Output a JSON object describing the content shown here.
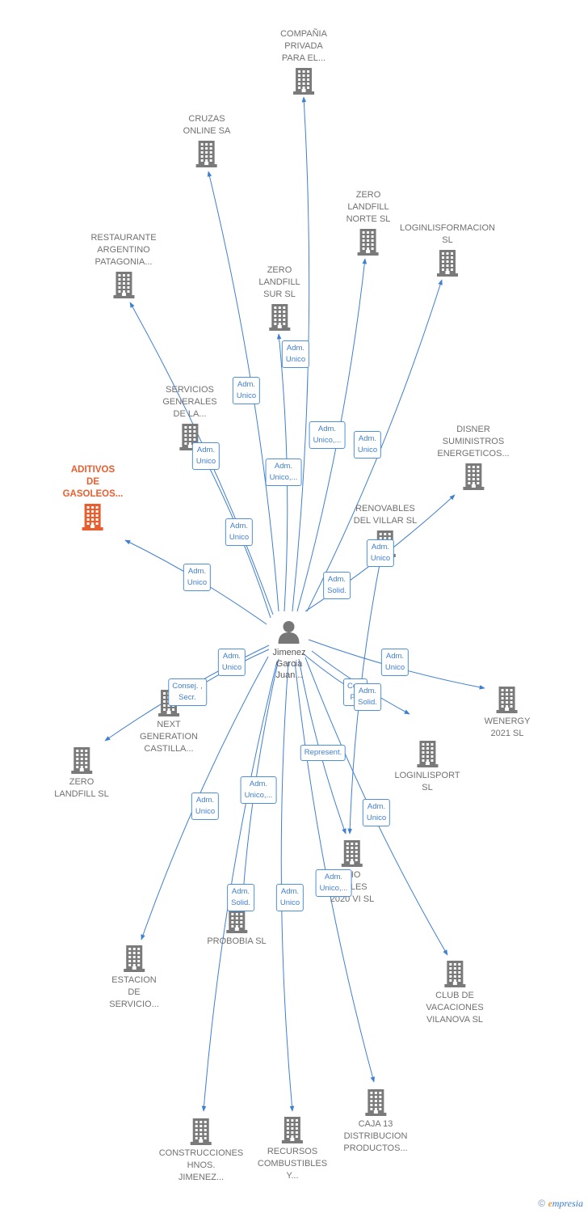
{
  "center": {
    "label_lines": [
      "Jimenez",
      "Garcia",
      "Juan..."
    ]
  },
  "companies": [
    {
      "id": "compania",
      "lines": [
        "COMPAÑIA",
        "PRIVADA",
        "PARA EL..."
      ],
      "focus": false
    },
    {
      "id": "cruzas",
      "lines": [
        "CRUZAS",
        "ONLINE SA"
      ],
      "focus": false
    },
    {
      "id": "zero-norte",
      "lines": [
        "ZERO",
        "LANDFILL",
        "NORTE  SL"
      ],
      "focus": false
    },
    {
      "id": "loginlisformacion",
      "lines": [
        "LOGINLISFORMACION",
        "SL"
      ],
      "focus": false
    },
    {
      "id": "restaurante",
      "lines": [
        "RESTAURANTE",
        "ARGENTINO",
        "PATAGONIA..."
      ],
      "focus": false
    },
    {
      "id": "zero-sur",
      "lines": [
        "ZERO",
        "LANDFILL",
        "SUR  SL"
      ],
      "focus": false
    },
    {
      "id": "servicios",
      "lines": [
        "SERVICIOS",
        "GENERALES",
        "DE LA..."
      ],
      "focus": false
    },
    {
      "id": "disner",
      "lines": [
        "DISNER",
        "SUMINISTROS",
        "ENERGETICOS..."
      ],
      "focus": false
    },
    {
      "id": "aditivos",
      "lines": [
        "ADITIVOS",
        "DE",
        "GASOLEOS..."
      ],
      "focus": true
    },
    {
      "id": "renovables",
      "lines": [
        "RENOVABLES",
        "DEL VILLAR SL"
      ],
      "focus": false
    },
    {
      "id": "wenergy",
      "lines": [
        "WENERGY",
        "2021  SL"
      ],
      "focus": false
    },
    {
      "id": "next",
      "lines": [
        "NEXT",
        "GENERATION",
        "CASTILLA..."
      ],
      "focus": false
    },
    {
      "id": "zero-sl",
      "lines": [
        "ZERO",
        "LANDFILL  SL"
      ],
      "focus": false
    },
    {
      "id": "loginlisport",
      "lines": [
        "LOGINLISPORT",
        "SL"
      ],
      "focus": false
    },
    {
      "id": "combustibles2020",
      "lines": [
        "...IO",
        "...BLES",
        "2020 VI  SL"
      ],
      "focus": false
    },
    {
      "id": "probobia",
      "lines": [
        "PROBOBIA  SL"
      ],
      "focus": false
    },
    {
      "id": "estacion",
      "lines": [
        "ESTACION",
        "DE",
        "SERVICIO..."
      ],
      "focus": false
    },
    {
      "id": "club",
      "lines": [
        "CLUB DE",
        "VACACIONES",
        "VILANOVA  SL"
      ],
      "focus": false
    },
    {
      "id": "caja13",
      "lines": [
        "CAJA 13",
        "DISTRIBUCION",
        "PRODUCTOS..."
      ],
      "focus": false
    },
    {
      "id": "construcciones",
      "lines": [
        "CONSTRUCCIONES",
        "HNOS.",
        "JIMENEZ..."
      ],
      "focus": false
    },
    {
      "id": "recursos",
      "lines": [
        "RECURSOS",
        "COMBUSTIBLES",
        "Y..."
      ],
      "focus": false
    }
  ],
  "relations": [
    {
      "target": "compania",
      "lines": [
        "Adm.",
        "Unico,..."
      ]
    },
    {
      "target": "cruzas",
      "lines": [
        "Adm.",
        "Unico"
      ]
    },
    {
      "target": "zero-norte",
      "lines": [
        "Adm.",
        "Unico,..."
      ]
    },
    {
      "target": "loginlisformacion",
      "lines": [
        "Adm.",
        "Unico"
      ]
    },
    {
      "target": "restaurante",
      "lines": [
        "Adm.",
        "Unico"
      ]
    },
    {
      "target": "zero-sur",
      "lines": [
        "Adm.",
        "Unico"
      ]
    },
    {
      "target": "servicios",
      "lines": [
        "Adm.",
        "Unico"
      ]
    },
    {
      "target": "disner",
      "lines": [
        "Adm.",
        "Solid."
      ]
    },
    {
      "target": "aditivos",
      "lines": [
        "Adm.",
        "Unico"
      ]
    },
    {
      "target": "combustibles2020",
      "lines": [
        "Adm.",
        "Unico"
      ]
    },
    {
      "target": "wenergy",
      "lines": [
        "Adm.",
        "Unico"
      ]
    },
    {
      "target": "zero-sl",
      "lines": [
        "Adm.",
        "Unico"
      ]
    },
    {
      "target": "next",
      "lines": [
        "Consej. ,",
        "Secr."
      ]
    },
    {
      "target": "loginlisport",
      "lines": [
        "Co...",
        "P..."
      ]
    },
    {
      "target": "combustibles2020",
      "lines": [
        "Adm.",
        "Solid."
      ]
    },
    {
      "target": "combustibles2020",
      "lines": [
        "Represent."
      ]
    },
    {
      "target": "estacion",
      "lines": [
        "Adm.",
        "Unico"
      ]
    },
    {
      "target": "probobia",
      "lines": [
        "Adm.",
        "Unico,..."
      ]
    },
    {
      "target": "club",
      "lines": [
        "Adm.",
        "Unico"
      ]
    },
    {
      "target": "construcciones",
      "lines": [
        "Adm.",
        "Solid."
      ]
    },
    {
      "target": "recursos",
      "lines": [
        "Adm.",
        "Unico"
      ]
    },
    {
      "target": "caja13",
      "lines": [
        "Adm.",
        "Unico,..."
      ]
    }
  ],
  "footer": {
    "copyright": "©",
    "brand_initial": "e",
    "brand_rest": "mpresia"
  },
  "colors": {
    "edge": "#3f7fd0",
    "building": "#7a7a7a",
    "focus": "#e95e2f",
    "person": "#777777"
  }
}
